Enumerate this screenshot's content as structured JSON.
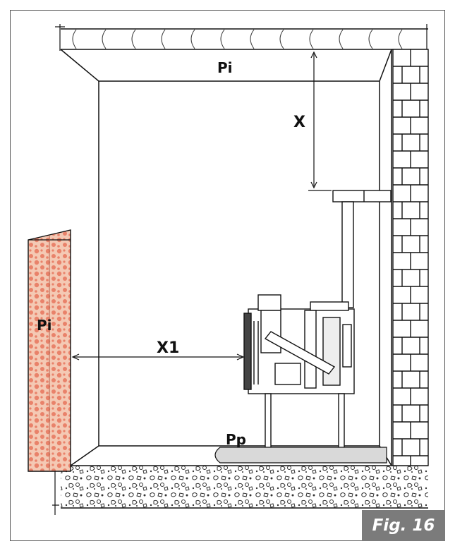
{
  "figure": {
    "caption": "Fig. 16",
    "labels": {
      "ceiling": "Pi",
      "side_wall": "Pi",
      "floor_plate": "Pp",
      "distance_top": "X",
      "distance_side": "X1"
    }
  },
  "colors": {
    "brick_panel": "#f4c9b4",
    "brick_spots": "#e9826a",
    "floor_plate": "#d9d9d9",
    "caption_bg": "#7b7b7b",
    "line": "#111111"
  }
}
